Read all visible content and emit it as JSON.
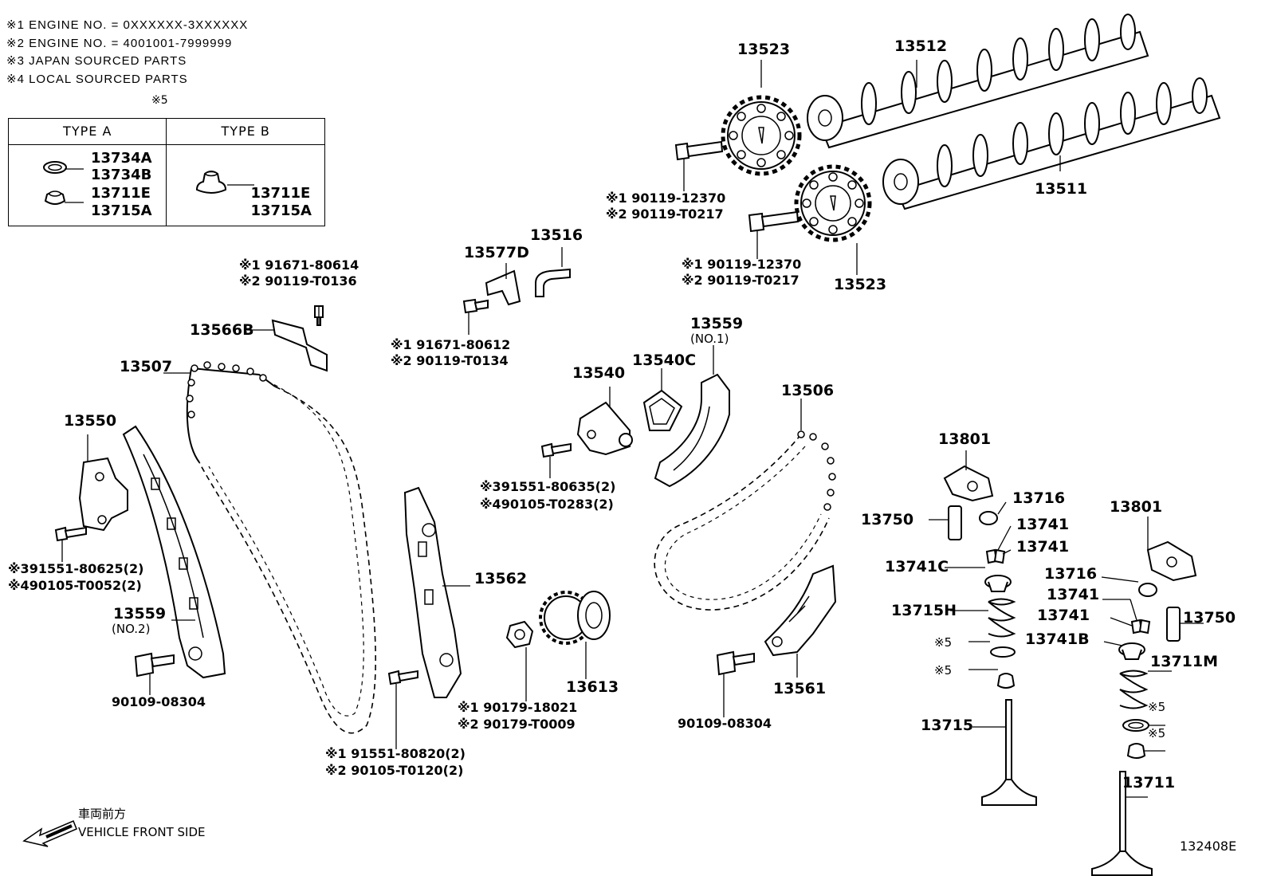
{
  "notes": [
    "※1  ENGINE NO. = 0XXXXXX-3XXXXXX",
    "※2  ENGINE NO. = 4001001-7999999",
    "※3 JAPAN SOURCED PARTS",
    "※4 LOCAL SOURCED PARTS"
  ],
  "type_table": {
    "mark": "※5",
    "type_a": {
      "header": "TYPE A",
      "parts": [
        "13734A",
        "13734B",
        "13711E",
        "13715A"
      ]
    },
    "type_b": {
      "header": "TYPE B",
      "parts": [
        "13711E",
        "13715A"
      ]
    }
  },
  "labels": {
    "p13523_top": "13523",
    "p13512": "13512",
    "p13511": "13511",
    "p13523_bot": "13523",
    "b1a": "※1  90119-12370",
    "b1b": "※2  90119-T0217",
    "b2a": "※1  90119-12370",
    "b2b": "※2  90119-T0217",
    "p13577d": "13577D",
    "p13516": "13516",
    "b3a": "※1  91671-80614",
    "b3b": "※2  90119-T0136",
    "p13566b": "13566B",
    "b4a": "※1  91671-80612",
    "b4b": "※2  90119-T0134",
    "p13507": "13507",
    "p13550": "13550",
    "b5a": "※391551-80625(2)",
    "b5b": "※490105-T0052(2)",
    "p13559_2": "13559",
    "no2": "(NO.2)",
    "b6": "90109-08304",
    "p13540": "13540",
    "p13540c": "13540C",
    "p13559_1": "13559",
    "no1": "(NO.1)",
    "b7a": "※391551-80635(2)",
    "b7b": "※490105-T0283(2)",
    "p13562": "13562",
    "p13613": "13613",
    "b8a": "※1  90179-18021",
    "b8b": "※2  90179-T0009",
    "b9a": "※1  91551-80820(2)",
    "b9b": "※2  90105-T0120(2)",
    "p13506": "13506",
    "p13561": "13561",
    "b10": "90109-08304",
    "p13801a": "13801",
    "p13716a": "13716",
    "p13750a": "13750",
    "p13741a": "13741",
    "p13741b": "13741",
    "p13741c": "13741C",
    "p13715h": "13715H",
    "m5a": "※5",
    "m5b": "※5",
    "p13715": "13715",
    "p13801b": "13801",
    "p13716b": "13716",
    "p13741d": "13741",
    "p13741e": "13741",
    "p13750b": "13750",
    "p13741bb": "13741B",
    "p13711m": "13711M",
    "m5c": "※5",
    "m5d": "※5",
    "p13711": "13711"
  },
  "front": {
    "jp": "車両前方",
    "en": "VEHICLE FRONT SIDE"
  },
  "diagram_code": "132408E"
}
